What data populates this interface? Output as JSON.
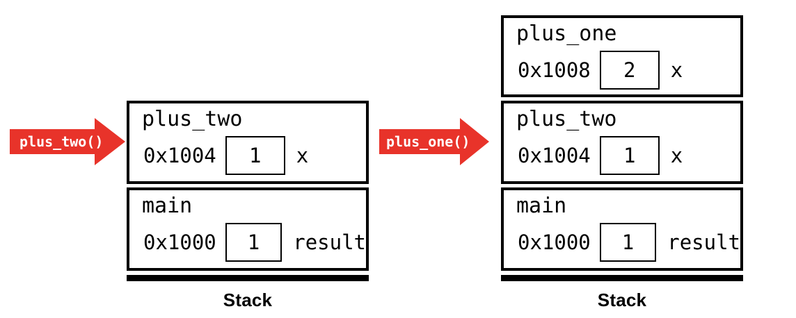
{
  "diagram": {
    "title": "call stack frames",
    "accent_color": "#e8332a",
    "line_color": "#000000",
    "background": "#ffffff"
  },
  "arrows": [
    {
      "label": "plus_two()",
      "color": "#e8332a"
    },
    {
      "label": "plus_one()",
      "color": "#e8332a"
    }
  ],
  "stacks": [
    {
      "id": "left-stack",
      "label": "Stack",
      "frames": [
        {
          "name": "plus_two",
          "address": "0x1004",
          "value": "1",
          "variable": "x"
        },
        {
          "name": "main",
          "address": "0x1000",
          "value": "1",
          "variable": "result"
        }
      ]
    },
    {
      "id": "right-stack",
      "label": "Stack",
      "frames": [
        {
          "name": "plus_one",
          "address": "0x1008",
          "value": "2",
          "variable": "x"
        },
        {
          "name": "plus_two",
          "address": "0x1004",
          "value": "1",
          "variable": "x"
        },
        {
          "name": "main",
          "address": "0x1000",
          "value": "1",
          "variable": "result"
        }
      ]
    }
  ]
}
